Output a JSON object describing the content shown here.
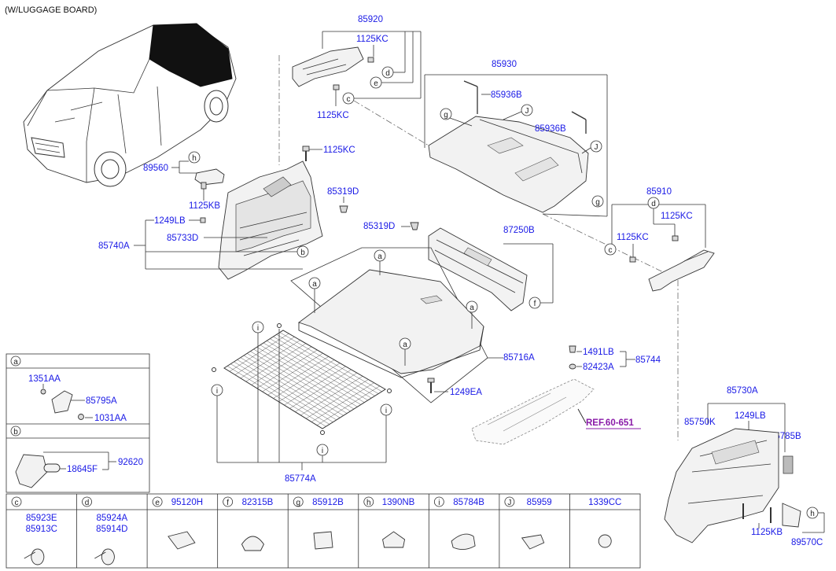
{
  "title": "(W/LUGGAGE BOARD)",
  "parts": {
    "p85920": "85920",
    "p85930": "85930",
    "p85936b_1": "85936B",
    "p85936b_2": "85936B",
    "p1125kc_a": "1125KC",
    "p1125kc_b": "1125KC",
    "p1125kc_c": "1125KC",
    "p1125kc_d": "1125KC",
    "p1125kc_e": "1125KC",
    "p89560": "89560",
    "p1125kb_a": "1125KB",
    "p1125kb_b": "1125KB",
    "p85319d_a": "85319D",
    "p85319d_b": "85319D",
    "p1249lb_a": "1249LB",
    "p1249lb_b": "1249LB",
    "p85733d": "85733D",
    "p85740a": "85740A",
    "p87250b": "87250B",
    "p85910": "85910",
    "p85716a": "85716A",
    "p1249ea": "1249EA",
    "p1491lb": "1491LB",
    "p82423a": "82423A",
    "p85744": "85744",
    "ref": "REF.60-651",
    "p85774a": "85774A",
    "p85730a": "85730A",
    "p85750k": "85750K",
    "p85785b": "85785B",
    "p89570c": "89570C"
  },
  "callouts": {
    "a": "a",
    "b": "b",
    "c": "c",
    "d": "d",
    "e": "e",
    "f": "f",
    "g": "g",
    "h": "h",
    "i": "i",
    "j": "J"
  },
  "legend": {
    "a": {
      "letter": "a",
      "p1": "1351AA",
      "p2": "85795A",
      "p3": "1031AA"
    },
    "b": {
      "letter": "b",
      "p1": "92620",
      "p2": "18645F"
    },
    "cells": [
      {
        "letter": "c",
        "code": "85923E",
        "code2": "85913C"
      },
      {
        "letter": "d",
        "code": "85924A",
        "code2": "85914D"
      },
      {
        "letter": "e",
        "code": "95120H"
      },
      {
        "letter": "f",
        "code": "82315B"
      },
      {
        "letter": "g",
        "code": "85912B"
      },
      {
        "letter": "h",
        "code": "1390NB"
      },
      {
        "letter": "i",
        "code": "85784B"
      },
      {
        "letter": "J",
        "code": "85959"
      },
      {
        "letter": "",
        "code": "1339CC"
      }
    ]
  }
}
